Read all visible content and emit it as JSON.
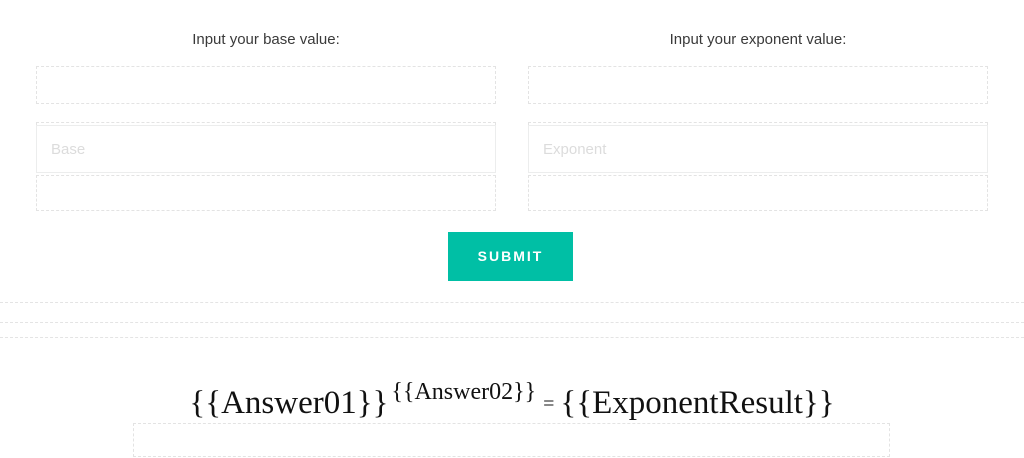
{
  "form": {
    "fields": [
      {
        "id": "base",
        "label": "Input your base value:",
        "placeholder": "Base",
        "value": ""
      },
      {
        "id": "exponent",
        "label": "Input your exponent value:",
        "placeholder": "Exponent",
        "value": ""
      }
    ],
    "submit_label": "SUBMIT"
  },
  "result": {
    "base_token": "{{Answer01}}",
    "exponent_token": "{{Answer02}}",
    "equals": "=",
    "result_token": "{{ExponentResult}}"
  },
  "colors": {
    "accent": "#00bfa5",
    "submit_text": "#ffffff",
    "label_text": "#3a3a3a",
    "placeholder_text": "#dcdcdc",
    "input_border": "#eceded",
    "dashed_guide": "#e3e3e3",
    "result_text": "#111111",
    "page_background": "#ffffff"
  }
}
